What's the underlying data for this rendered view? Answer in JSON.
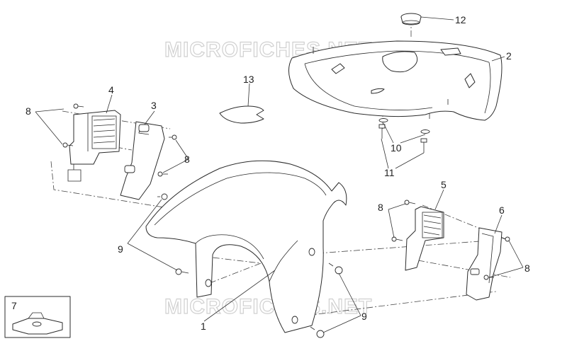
{
  "watermark": "MICROFICHES.NET",
  "callouts": {
    "c1": "1",
    "c2": "2",
    "c3": "3",
    "c4": "4",
    "c5": "5",
    "c6": "6",
    "c7": "7",
    "c8": "8",
    "c9": "9",
    "c10": "10",
    "c11": "11",
    "c12": "12",
    "c13": "13"
  },
  "colors": {
    "line": "#2b2b2b",
    "watermark": "#d0d0d0",
    "background": "#ffffff"
  }
}
